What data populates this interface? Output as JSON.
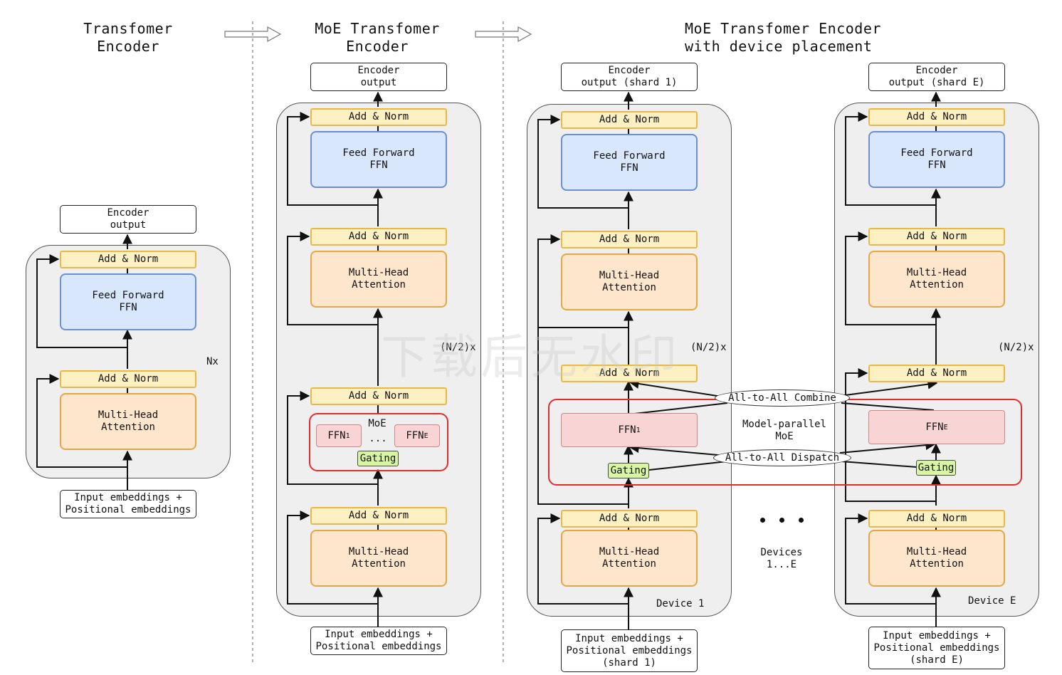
{
  "titles": {
    "t1": "Transfomer\nEncoder",
    "t2": "MoE Transfomer\nEncoder",
    "t3": "MoE Transfomer Encoder\nwith device placement"
  },
  "col1": {
    "output": "Encoder\noutput",
    "add_norm_top": "Add & Norm",
    "ffn": "Feed Forward\nFFN",
    "add_norm_bottom": "Add & Norm",
    "mha": "Multi-Head\nAttention",
    "repeat": "Nx",
    "input": "Input embeddings +\nPositional embeddings"
  },
  "col2": {
    "output": "Encoder\noutput",
    "add_norm_1": "Add & Norm",
    "ffn": "Feed Forward\nFFN",
    "add_norm_2": "Add & Norm",
    "mha_1": "Multi-Head\nAttention",
    "repeat": "(N/2)x",
    "add_norm_3": "Add & Norm",
    "moe_label": "MoE",
    "ffn_first": "FFN",
    "ffn_first_sub": "1",
    "ellipsis": "...",
    "ffn_last": "FFN",
    "ffn_last_sub": "E",
    "gating": "Gating",
    "add_norm_4": "Add & Norm",
    "mha_2": "Multi-Head\nAttention",
    "input": "Input embeddings +\nPositional embeddings"
  },
  "device1": {
    "output": "Encoder\noutput (shard 1)",
    "add_norm_1": "Add & Norm",
    "ffn": "Feed Forward\nFFN",
    "add_norm_2": "Add & Norm",
    "mha_1": "Multi-Head\nAttention",
    "repeat": "(N/2)x",
    "add_norm_3": "Add & Norm",
    "ffn_moe": "FFN",
    "ffn_moe_sub": "1",
    "gating": "Gating",
    "add_norm_4": "Add & Norm",
    "mha_2": "Multi-Head\nAttention",
    "device_label": "Device 1",
    "input": "Input embeddings +\nPositional embeddings\n(shard 1)"
  },
  "deviceE": {
    "output": "Encoder\noutput (shard E)",
    "add_norm_1": "Add & Norm",
    "ffn": "Feed Forward\nFFN",
    "add_norm_2": "Add & Norm",
    "mha_1": "Multi-Head\nAttention",
    "repeat": "(N/2)x",
    "add_norm_3": "Add & Norm",
    "ffn_moe": "FFN",
    "ffn_moe_sub": "E",
    "gating": "Gating",
    "add_norm_4": "Add & Norm",
    "mha_2": "Multi-Head\nAttention",
    "device_label": "Device E",
    "input": "Input embeddings +\nPositional embeddings\n(shard E)"
  },
  "middle": {
    "combine": "All-to-All Combine",
    "dispatch": "All-to-All Dispatch",
    "model_parallel": "Model-parallel\nMoE",
    "devices": "Devices\n1...E"
  },
  "watermark": "下载后无水印",
  "colors": {
    "add_norm_fill": "#fdf1c4",
    "ffn_fill": "#d8e7fc",
    "attention_fill": "#fde6cc",
    "expert_fill": "#f9d4d4",
    "gating_fill": "#d8f5a2",
    "moe_border": "#e32b2b",
    "panel_fill": "#efefef"
  }
}
